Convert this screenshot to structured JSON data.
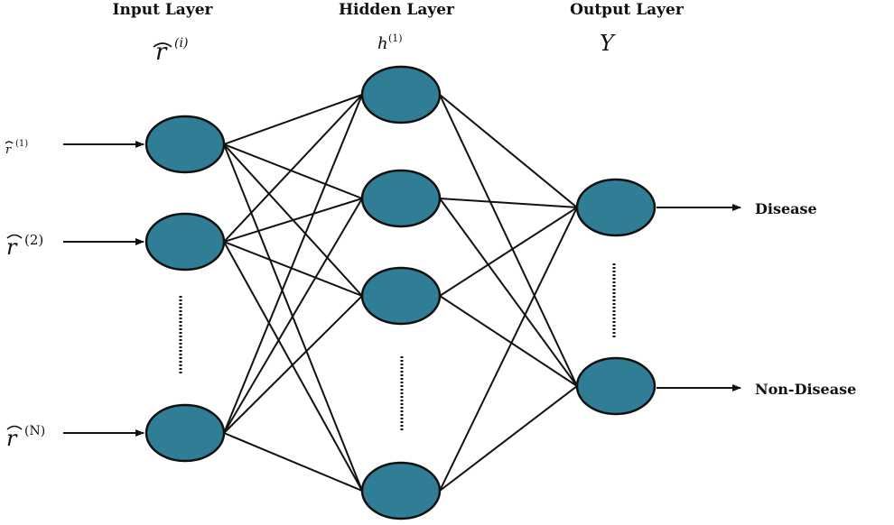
{
  "titles": {
    "input": "Input Layer",
    "hidden": "Hidden Layer",
    "output": "Output Layer"
  },
  "symbols": {
    "input_base": "r",
    "input_sup": "(i)",
    "hidden_base": "h",
    "hidden_sup": "(1)",
    "output": "Y"
  },
  "inputs": [
    {
      "base": "r",
      "sup": "(1)"
    },
    {
      "base": "r",
      "sup": "(2)"
    },
    {
      "base": "r",
      "sup": "(N)"
    }
  ],
  "outputs": [
    "Disease",
    "Non-Disease"
  ],
  "colors": {
    "node_fill": "#2f7e96",
    "stroke": "#111111"
  }
}
